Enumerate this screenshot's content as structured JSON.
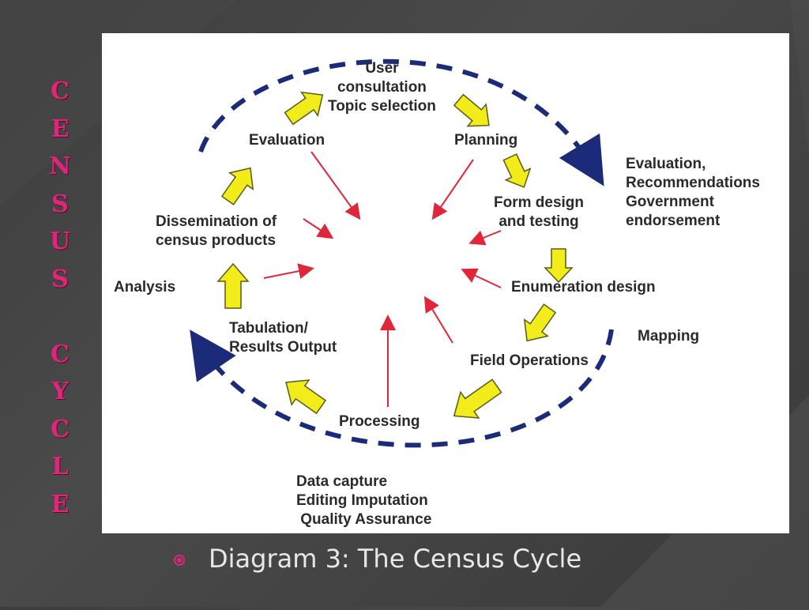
{
  "slide": {
    "title_letters": [
      "C",
      "E",
      "N",
      "S",
      "U",
      "S",
      "",
      "C",
      "Y",
      "C",
      "L",
      "E"
    ],
    "caption": "Diagram 3: The Census Cycle",
    "accent_color": "#e0267a"
  },
  "diagram": {
    "nodes": {
      "user_consultation": "User\nconsultation\nTopic selection",
      "planning": "Planning",
      "form_design": "Form design\nand testing",
      "enumeration_design": "Enumeration design",
      "field_operations": "Field Operations",
      "processing": "Processing",
      "tabulation": "Tabulation/\nResults Output",
      "dissemination": "Dissemination of\ncensus products",
      "evaluation": "Evaluation"
    },
    "outer_labels": {
      "evaluation_recommendations": "Evaluation,\nRecommendations\nGovernment\nendorsement",
      "mapping": "Mapping",
      "data_capture": "Data capture\nEditing Imputation\n Quality Assurance",
      "analysis": "Analysis"
    },
    "colors": {
      "arrow_fill": "#f2ec1a",
      "arrow_stroke": "#5a5a1a",
      "dashed_ring": "#1c2a7a",
      "center_arrows": "#e0263a"
    }
  }
}
